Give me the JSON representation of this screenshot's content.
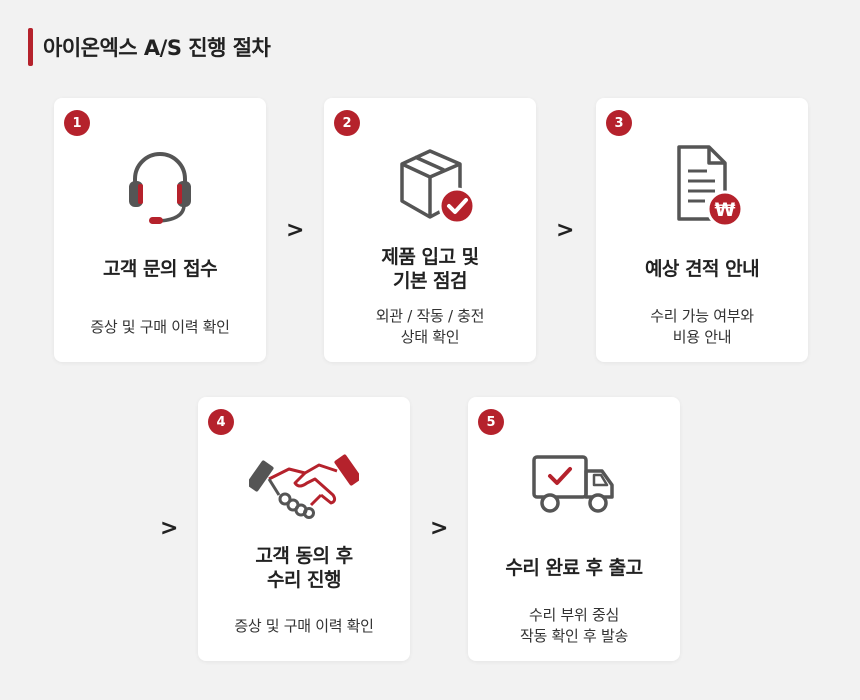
{
  "title": "아이온엑스 A/S 진행 절차",
  "colors": {
    "accent": "#b5222c",
    "icon": "#555555",
    "card": "#ffffff",
    "background": "#f2f2f2"
  },
  "arrow_symbol": ">",
  "steps": [
    {
      "number": "1",
      "icon": "headset-icon",
      "title": "고객 문의 접수",
      "desc": "증상 및 구매 이력 확인"
    },
    {
      "number": "2",
      "icon": "box-check-icon",
      "title": "제품 입고 및\n기본 점검",
      "desc": "외관 / 작동 / 충전\n상태 확인"
    },
    {
      "number": "3",
      "icon": "document-won-icon",
      "title": "예상 견적 안내",
      "desc": "수리 가능 여부와\n비용 안내"
    },
    {
      "number": "4",
      "icon": "handshake-icon",
      "title": "고객 동의 후\n수리 진행",
      "desc": "증상 및 구매 이력 확인"
    },
    {
      "number": "5",
      "icon": "delivery-truck-icon",
      "title": "수리 완료 후 출고",
      "desc": "수리 부위 중심\n작동 확인 후 발송"
    }
  ]
}
